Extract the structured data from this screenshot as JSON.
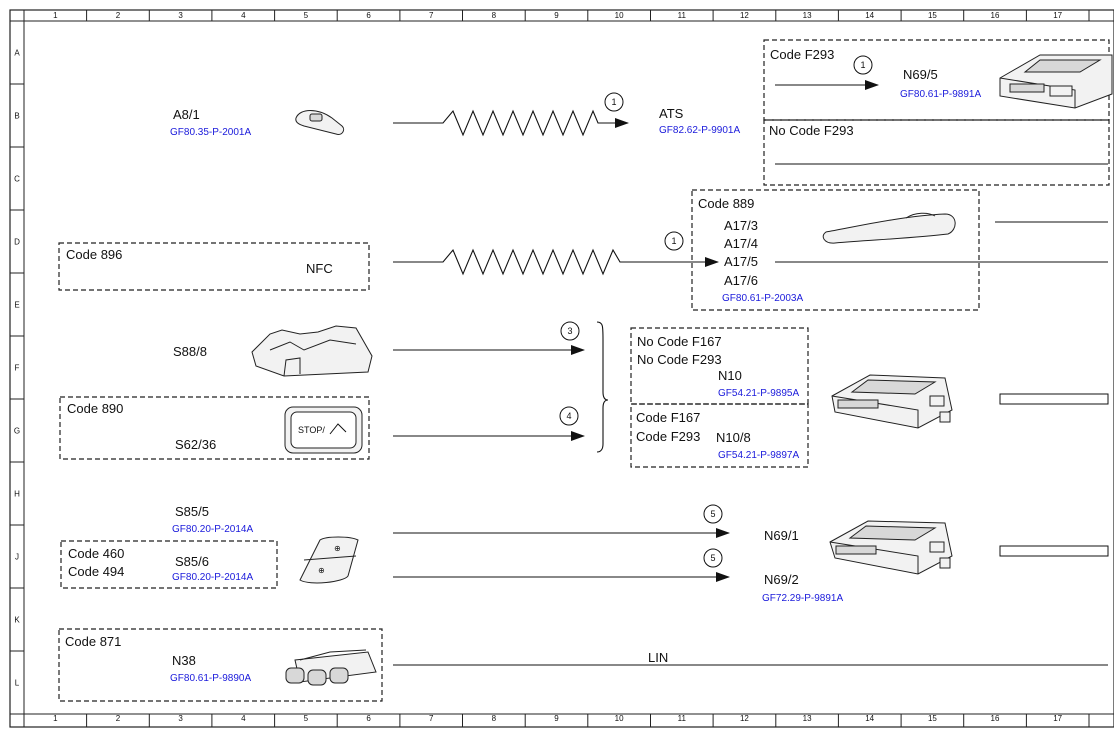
{
  "grid": {
    "columns": [
      "1",
      "2",
      "3",
      "4",
      "5",
      "6",
      "7",
      "8",
      "9",
      "10",
      "11",
      "12",
      "13",
      "14",
      "15",
      "16",
      "17"
    ],
    "rows": [
      "A",
      "B",
      "C",
      "D",
      "E",
      "F",
      "G",
      "H",
      "J",
      "K",
      "L"
    ]
  },
  "codes": {
    "f293": "Code F293",
    "no_f293": "No Code F293",
    "c889": "Code 889",
    "c896": "Code 896",
    "no_f167": "No Code F167",
    "no_f293b": "No Code F293",
    "f167": "Code F167",
    "f293b": "Code F293",
    "c890": "Code 890",
    "c460": "Code 460",
    "c494": "Code 494",
    "c871": "Code 871"
  },
  "components": {
    "a8_1": {
      "id": "A8/1",
      "ref": "GF80.35-P-2001A"
    },
    "ats": {
      "id": "ATS",
      "ref": "GF82.62-P-9901A"
    },
    "n69_5": {
      "id": "N69/5",
      "ref": "GF80.61-P-9891A"
    },
    "a17": {
      "ids": [
        "A17/3",
        "A17/4",
        "A17/5",
        "A17/6"
      ],
      "ref": "GF80.61-P-2003A"
    },
    "nfc": {
      "id": "NFC"
    },
    "s88_8": {
      "id": "S88/8"
    },
    "n10": {
      "id": "N10",
      "ref": "GF54.21-P-9895A"
    },
    "n10_8": {
      "id": "N10/8",
      "ref": "GF54.21-P-9897A"
    },
    "s62_36": {
      "id": "S62/36"
    },
    "s85_5": {
      "id": "S85/5",
      "ref": "GF80.20-P-2014A"
    },
    "s85_6": {
      "id": "S85/6",
      "ref": "GF80.20-P-2014A"
    },
    "n69_1": {
      "id": "N69/1"
    },
    "n69_2": {
      "id": "N69/2",
      "ref": "GF72.29-P-9891A"
    },
    "n38": {
      "id": "N38",
      "ref": "GF80.61-P-9890A"
    }
  },
  "signals": {
    "s1a": "1",
    "s1b": "1",
    "s1c": "1",
    "s3": "3",
    "s4": "4",
    "s5a": "5",
    "s5b": "5"
  },
  "bus": {
    "lin": "LIN"
  },
  "switch_text": "STOP/"
}
